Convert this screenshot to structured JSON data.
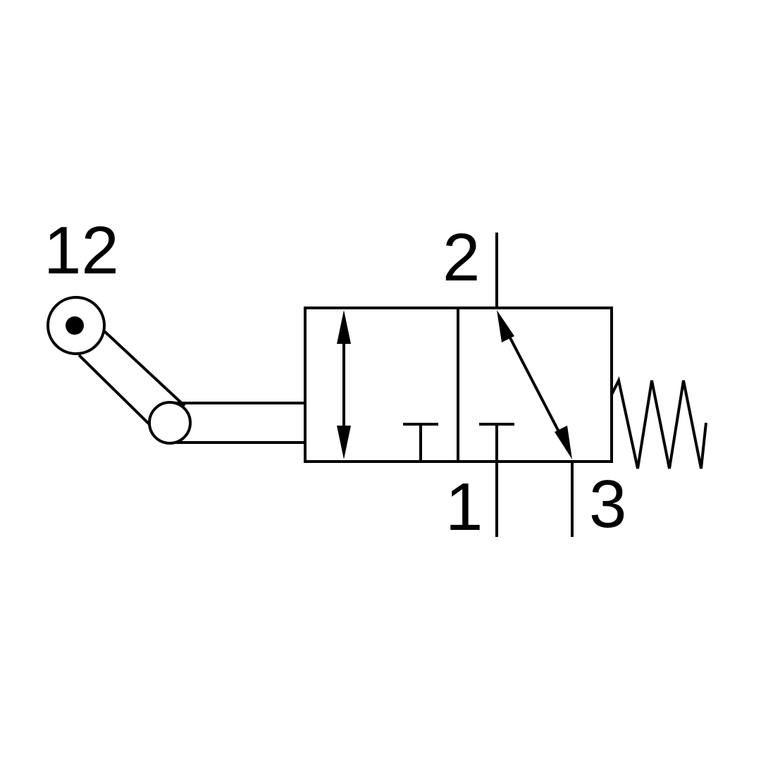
{
  "diagram": {
    "stroke_color": "#000000",
    "background": "#ffffff",
    "labels": {
      "pilot_port": "12",
      "outlet_port": "2",
      "supply_port": "1",
      "exhaust_port": "3"
    },
    "icons": {
      "actuator": "roller-lever-icon",
      "return": "spring-icon",
      "flow": "flow-arrow-icon",
      "blocked": "blocked-port-icon"
    }
  }
}
